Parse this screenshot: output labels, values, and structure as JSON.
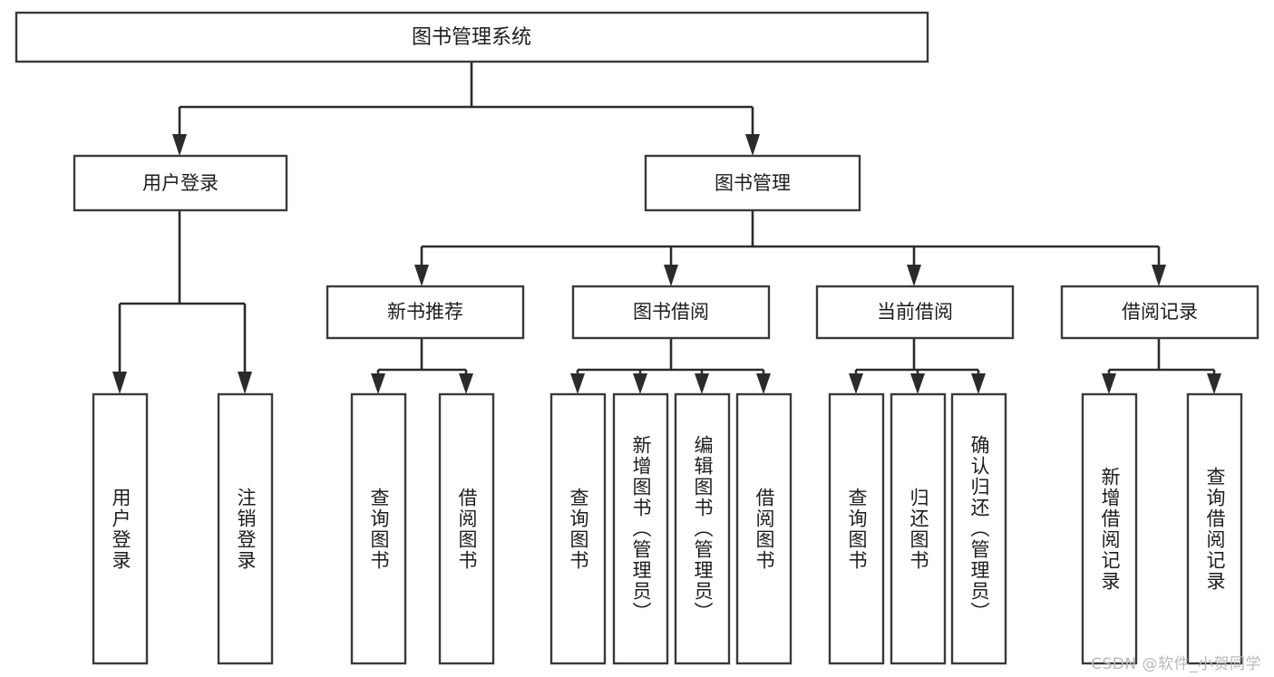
{
  "diagram": {
    "type": "tree",
    "title": "图书管理系统",
    "watermark": "CSDN @软件_小贺同学",
    "colors": {
      "box_stroke": "#3a3a3a",
      "connector": "#2b2b2b",
      "box_fill": "#ffffff",
      "text": "#1d1d1d",
      "watermark": "#b9b9b9"
    },
    "levels": {
      "root": {
        "label": "图书管理系统"
      },
      "level2": [
        {
          "label": "用户登录"
        },
        {
          "label": "图书管理"
        }
      ],
      "level3": [
        {
          "label": "新书推荐"
        },
        {
          "label": "图书借阅"
        },
        {
          "label": "当前借阅"
        },
        {
          "label": "借阅记录"
        }
      ],
      "leaves": {
        "user_login": [
          {
            "label": "用户登录"
          },
          {
            "label": "注销登录"
          }
        ],
        "new_book": [
          {
            "label": "查询图书"
          },
          {
            "label": "借阅图书"
          }
        ],
        "book_borrow": [
          {
            "label": "查询图书"
          },
          {
            "label": "新增图书（管理员）"
          },
          {
            "label": "编辑图书（管理员）"
          },
          {
            "label": "借阅图书"
          }
        ],
        "current_borrow": [
          {
            "label": "查询图书"
          },
          {
            "label": "归还图书"
          },
          {
            "label": "确认归还（管理员）"
          }
        ],
        "borrow_record": [
          {
            "label": "新增借阅记录"
          },
          {
            "label": "查询借阅记录"
          }
        ]
      }
    }
  }
}
